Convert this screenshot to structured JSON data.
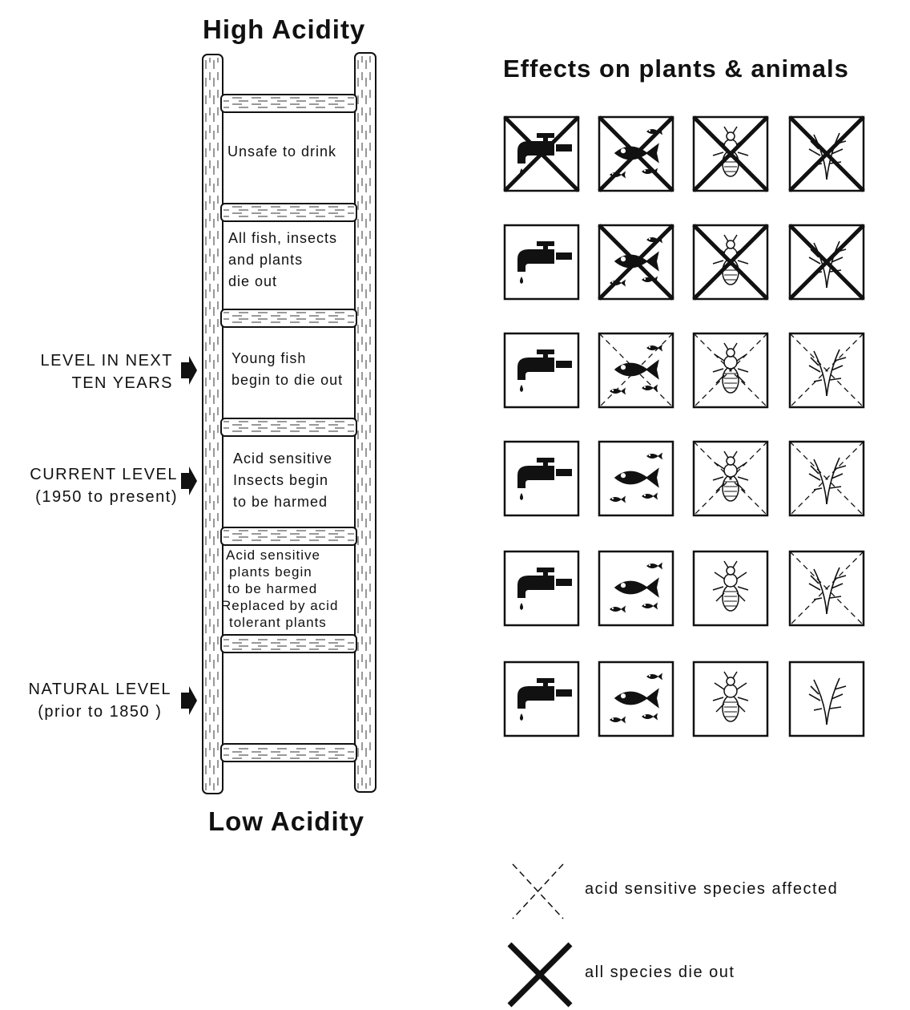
{
  "ladder": {
    "top_label": "High Acidity",
    "bottom_label": "Low Acidity",
    "rungs": [
      {
        "lines": [
          "Unsafe to drink"
        ]
      },
      {
        "lines": [
          "All fish, insects",
          "and plants",
          "die out"
        ]
      },
      {
        "lines": [
          "Young fish",
          "begin to die out"
        ]
      },
      {
        "lines": [
          "Acid sensitive",
          "Insects begin",
          "to be harmed"
        ]
      },
      {
        "lines": [
          "Acid sensitive",
          "plants begin",
          "to be harmed",
          "Replaced by acid",
          "tolerant plants"
        ]
      },
      {
        "lines": []
      }
    ]
  },
  "levels": [
    {
      "lines": [
        "LEVEL IN NEXT",
        "TEN YEARS"
      ]
    },
    {
      "lines": [
        "CURRENT LEVEL",
        "(1950  to  present)"
      ]
    },
    {
      "lines": [
        "NATURAL LEVEL",
        "(prior  to 1850 )"
      ]
    }
  ],
  "effects": {
    "title": "Effects on plants & animals",
    "columns": [
      "tap-water",
      "fish",
      "insect",
      "plant"
    ],
    "grid": [
      [
        "solid",
        "solid",
        "solid",
        "solid"
      ],
      [
        "none",
        "solid",
        "solid",
        "solid"
      ],
      [
        "none",
        "dashed",
        "dashed",
        "dashed"
      ],
      [
        "none",
        "none",
        "dashed",
        "dashed"
      ],
      [
        "none",
        "none",
        "none",
        "dashed"
      ],
      [
        "none",
        "none",
        "none",
        "none"
      ]
    ]
  },
  "legend": {
    "dashed_label": "acid sensitive species affected",
    "solid_label": "all species die out"
  }
}
